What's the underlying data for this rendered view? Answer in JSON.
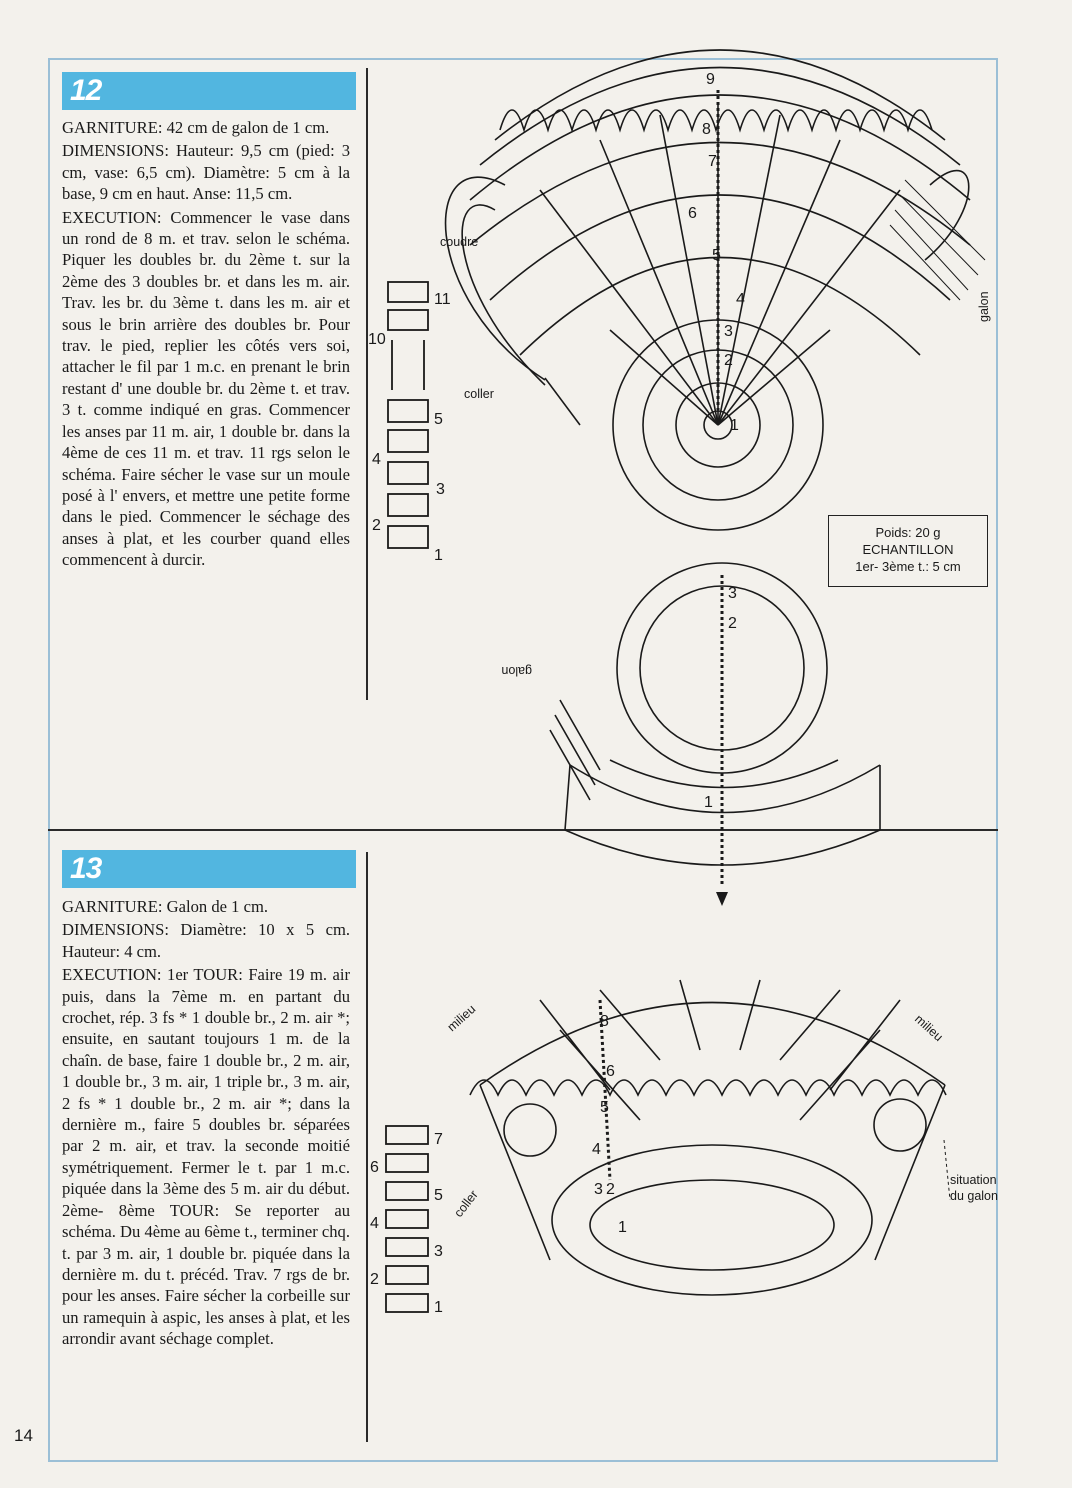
{
  "page_number": "14",
  "pattern12": {
    "number": "12",
    "garniture": "GARNITURE: 42 cm de galon de 1 cm.",
    "dimensions": "DIMENSIONS: Hauteur: 9,5 cm (pied: 3 cm, vase: 6,5 cm). Diamètre: 5 cm à la base, 9 cm en haut. Anse: 11,5 cm.",
    "execution": "EXECUTION: Commencer le vase dans un rond de 8 m. et trav. selon le schéma. Piquer les doubles br. du 2ème t. sur la 2ème des 3 doubles br. et dans les m. air. Trav. les br. du 3ème t. dans les m. air et sous le brin arrière des doubles br. Pour trav. le pied, replier les côtés vers soi, attacher le fil par 1 m.c. en prenant le brin restant d' une double br. du 2ème t. et trav. 3 t. comme indiqué en gras. Commencer les anses par 11 m. air, 1 double br. dans la 4ème de ces 11 m. et trav. 11 rgs selon le schéma. Faire sécher le vase sur un moule posé à l' envers, et mettre une petite forme dans le pied. Commencer le séchage des anses à plat, et les courber quand elles commencent à durcir.",
    "labels": {
      "coudre": "coudre",
      "coller": "coller",
      "galon_right": "galon",
      "galon_foot": "galon"
    },
    "sample": {
      "weight": "Poids: 20 g",
      "title": "ECHANTILLON",
      "detail": "1er- 3ème t.: 5 cm"
    },
    "row_numbers_main": [
      "1",
      "2",
      "3",
      "4",
      "5",
      "6",
      "7",
      "8",
      "9"
    ],
    "row_numbers_foot": [
      "1",
      "2",
      "3"
    ],
    "handle_rows": [
      "1",
      "2",
      "3",
      "4",
      "5",
      "10",
      "11"
    ]
  },
  "pattern13": {
    "number": "13",
    "garniture": "GARNITURE: Galon de 1 cm.",
    "dimensions": "DIMENSIONS: Diamètre: 10 x 5 cm. Hauteur: 4 cm.",
    "execution": "EXECUTION: 1er TOUR: Faire 19 m. air puis, dans la 7ème m. en partant du crochet, rép. 3 fs * 1 double br., 2 m. air *; ensuite, en sautant toujours 1 m. de la chaîn. de base, faire 1 double br., 2 m. air, 1 double br., 3 m. air, 1 triple br., 3 m. air, 2 fs * 1 double br., 2 m. air *; dans la dernière m., faire 5 doubles br. séparées par 2 m. air, et trav. la seconde moitié symétriquement. Fermer le t. par 1 m.c. piquée dans la 3ème des 5 m. air du début. 2ème- 8ème TOUR: Se reporter au schéma. Du 4ème au 6ème t., terminer chq. t. par 3 m. air, 1 double br. piquée dans la dernière m. du t. précéd. Trav. 7 rgs de br. pour les anses. Faire sécher la corbeille sur un ramequin à aspic, les anses à plat, et les arrondir avant séchage complet.",
    "labels": {
      "milieu_left": "milieu",
      "milieu_right": "milieu",
      "coller": "coller",
      "situation": "situation",
      "du_galon": "du galon"
    },
    "row_numbers": [
      "1",
      "2",
      "3",
      "4",
      "5",
      "6",
      "8"
    ],
    "handle_rows": [
      "1",
      "2",
      "3",
      "4",
      "5",
      "6",
      "7"
    ]
  },
  "colors": {
    "banner": "#52b6e0",
    "frame": "#9bbfd6",
    "ink": "#1a1a1a"
  }
}
